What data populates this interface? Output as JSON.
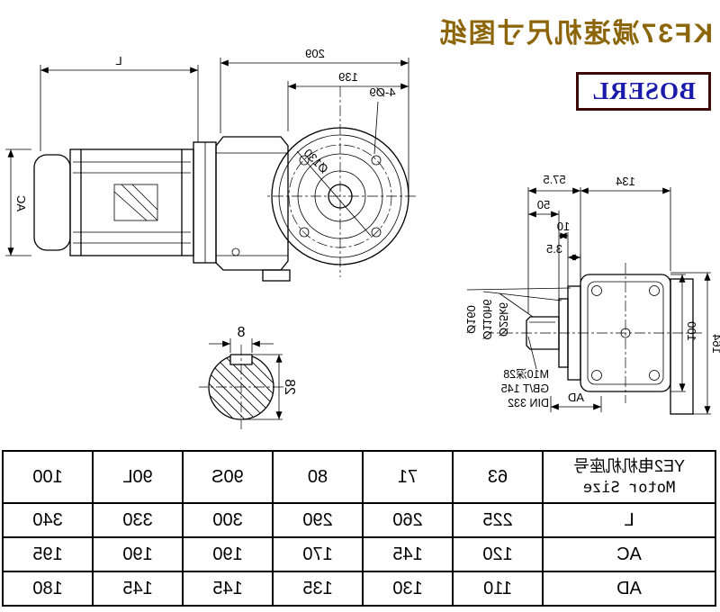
{
  "title": "KF37减速机尺寸图纸",
  "logo": "BOSERL",
  "colors": {
    "title_text": "#8B6508",
    "logo_text": "#1a1aaa",
    "logo_border": "#3d0a0a",
    "line": "#000000"
  },
  "drawing": {
    "side_view": {
      "dim_209": "209",
      "dim_139": "139",
      "dim_4d9": "4-Ø9",
      "dim_d130": "Ø130",
      "dim_L": "L",
      "dim_AC": "AC"
    },
    "right_view": {
      "dim_134": "134",
      "dim_575": "57.5",
      "dim_50": "50",
      "dim_10": "10",
      "dim_35": "3.5",
      "label_shaft": "Ø25k6",
      "label_spigot": "Ø110h6",
      "label_flange": "Ø160",
      "dim_164": "164",
      "dim_100": "100",
      "dim_AD": "AD",
      "center_hole": [
        "M10深28",
        "GB/T 145",
        "DIN 332"
      ]
    },
    "shaft_section": {
      "dim_8": "8",
      "dim_28": "28"
    }
  },
  "table": {
    "header_col": [
      "YE2电机机座号",
      "Motor Size"
    ],
    "columns": [
      "63",
      "71",
      "80",
      "90S",
      "90L",
      "100"
    ],
    "rows": [
      {
        "label": "L",
        "values": [
          "225",
          "260",
          "290",
          "300",
          "330",
          "340"
        ]
      },
      {
        "label": "AC",
        "values": [
          "120",
          "145",
          "170",
          "190",
          "190",
          "195"
        ]
      },
      {
        "label": "AD",
        "values": [
          "110",
          "130",
          "135",
          "145",
          "145",
          "180"
        ]
      }
    ]
  }
}
